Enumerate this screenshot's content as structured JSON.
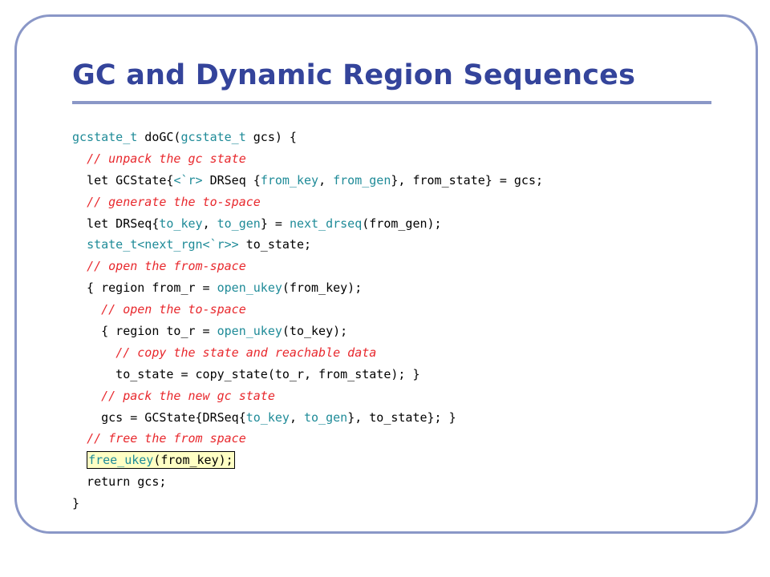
{
  "slide": {
    "title": "GC and Dynamic Region Sequences",
    "code": [
      [
        {
          "t": "gcstate_t",
          "k": "t"
        },
        {
          "t": " doGC("
        },
        {
          "t": "gcstate_t",
          "k": "t"
        },
        {
          "t": " gcs) {"
        }
      ],
      [
        {
          "t": "  "
        },
        {
          "t": "// unpack the gc state",
          "k": "c"
        }
      ],
      [
        {
          "t": "  let GCState{"
        },
        {
          "t": "<`r>",
          "k": "t"
        },
        {
          "t": " DRSeq {"
        },
        {
          "t": "from_key",
          "k": "t"
        },
        {
          "t": ", "
        },
        {
          "t": "from_gen",
          "k": "t"
        },
        {
          "t": "}, from_state} = gcs;"
        }
      ],
      [
        {
          "t": "  "
        },
        {
          "t": "// generate the to-space",
          "k": "c"
        }
      ],
      [
        {
          "t": "  let DRSeq{"
        },
        {
          "t": "to_key",
          "k": "t"
        },
        {
          "t": ", "
        },
        {
          "t": "to_gen",
          "k": "t"
        },
        {
          "t": "} = "
        },
        {
          "t": "next_drseq",
          "k": "t"
        },
        {
          "t": "(from_gen);"
        }
      ],
      [
        {
          "t": "  "
        },
        {
          "t": "state_t",
          "k": "t"
        },
        {
          "t": "<next_rgn<`r>>",
          "k": "t"
        },
        {
          "t": " to_state;"
        }
      ],
      [
        {
          "t": "  "
        },
        {
          "t": "// open the from-space",
          "k": "c"
        }
      ],
      [
        {
          "t": "  { region from_r = "
        },
        {
          "t": "open_ukey",
          "k": "t"
        },
        {
          "t": "(from_key);"
        }
      ],
      [
        {
          "t": "    "
        },
        {
          "t": "// open the to-space",
          "k": "c"
        }
      ],
      [
        {
          "t": "    { region to_r = "
        },
        {
          "t": "open_ukey",
          "k": "t"
        },
        {
          "t": "(to_key);"
        }
      ],
      [
        {
          "t": "      "
        },
        {
          "t": "// copy the state and reachable data",
          "k": "c"
        }
      ],
      [
        {
          "t": "      to_state = copy_state(to_r, from_state); }"
        }
      ],
      [
        {
          "t": "    "
        },
        {
          "t": "// pack the new gc state",
          "k": "c"
        }
      ],
      [
        {
          "t": "    gcs = GCState{DRSeq{"
        },
        {
          "t": "to_key",
          "k": "t"
        },
        {
          "t": ", "
        },
        {
          "t": "to_gen",
          "k": "t"
        },
        {
          "t": "}, to_state}; }"
        }
      ],
      [
        {
          "t": "  "
        },
        {
          "t": "// free the from space",
          "k": "c"
        }
      ],
      [
        {
          "t": "  "
        },
        {
          "t": "free_ukey",
          "k": "t",
          "h": true
        },
        {
          "t": "(from_key);",
          "h": true
        }
      ],
      [
        {
          "t": "  return gcs;"
        }
      ],
      [
        {
          "t": "}"
        }
      ]
    ]
  },
  "colors": {
    "title": "#34449b",
    "frame": "#8a97c7",
    "comment": "#e8282d",
    "identifier": "#1f8b98",
    "highlight": "#ffffc4"
  }
}
